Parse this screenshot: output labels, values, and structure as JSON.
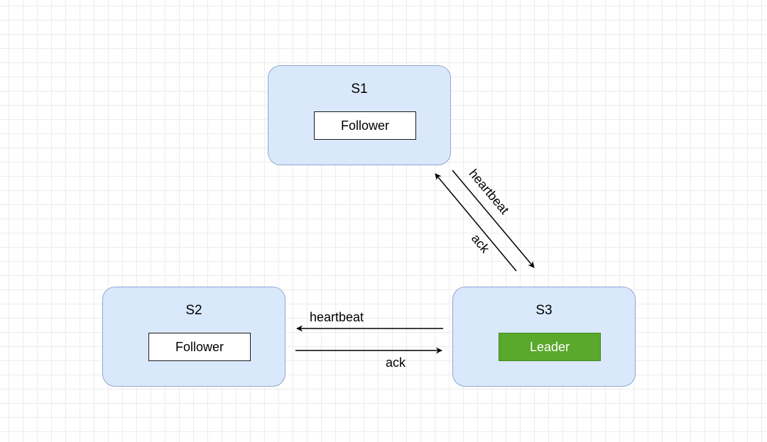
{
  "nodes": {
    "s1": {
      "label": "S1",
      "role": "Follower"
    },
    "s2": {
      "label": "S2",
      "role": "Follower"
    },
    "s3": {
      "label": "S3",
      "role": "Leader"
    }
  },
  "edges": {
    "s3_to_s1": {
      "label": "heartbeat"
    },
    "s1_to_s3": {
      "label": "ack"
    },
    "s3_to_s2": {
      "label": "heartbeat"
    },
    "s2_to_s3": {
      "label": "ack"
    }
  },
  "colors": {
    "node_fill": "#dae8fc",
    "node_border": "#8ea7cf",
    "leader_fill": "#5aa82c",
    "follower_fill": "#ffffff"
  }
}
